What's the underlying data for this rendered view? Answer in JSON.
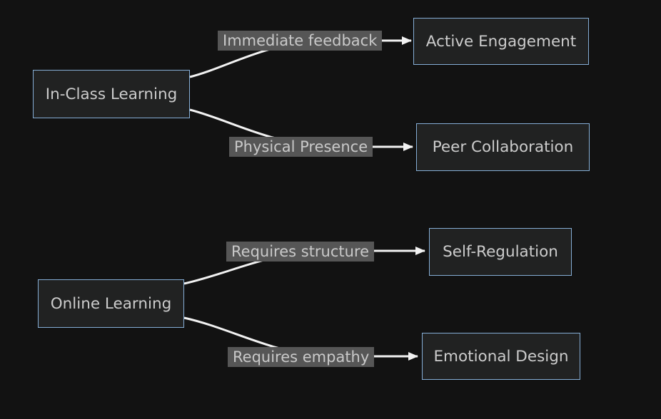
{
  "diagram": {
    "type": "flowchart-LR",
    "colors": {
      "background": "#121212",
      "node_fill": "#212222",
      "node_border": "#85aed6",
      "node_text": "#cccccc",
      "edge_line": "#f2f2f2",
      "edge_label_bg": "#565656",
      "edge_label_text": "#c9c9c9"
    },
    "nodes": [
      {
        "id": "in-class-learning",
        "label": "In-Class Learning"
      },
      {
        "id": "active-engagement",
        "label": "Active Engagement"
      },
      {
        "id": "peer-collaboration",
        "label": "Peer Collaboration"
      },
      {
        "id": "online-learning",
        "label": "Online Learning"
      },
      {
        "id": "self-regulation",
        "label": "Self-Regulation"
      },
      {
        "id": "emotional-design",
        "label": "Emotional Design"
      }
    ],
    "edges": [
      {
        "from": "In-Class Learning",
        "label": "Immediate feedback",
        "to": "Active Engagement"
      },
      {
        "from": "In-Class Learning",
        "label": "Physical Presence",
        "to": "Peer Collaboration"
      },
      {
        "from": "Online Learning",
        "label": "Requires structure",
        "to": "Self-Regulation"
      },
      {
        "from": "Online Learning",
        "label": "Requires empathy",
        "to": "Emotional Design"
      }
    ]
  }
}
